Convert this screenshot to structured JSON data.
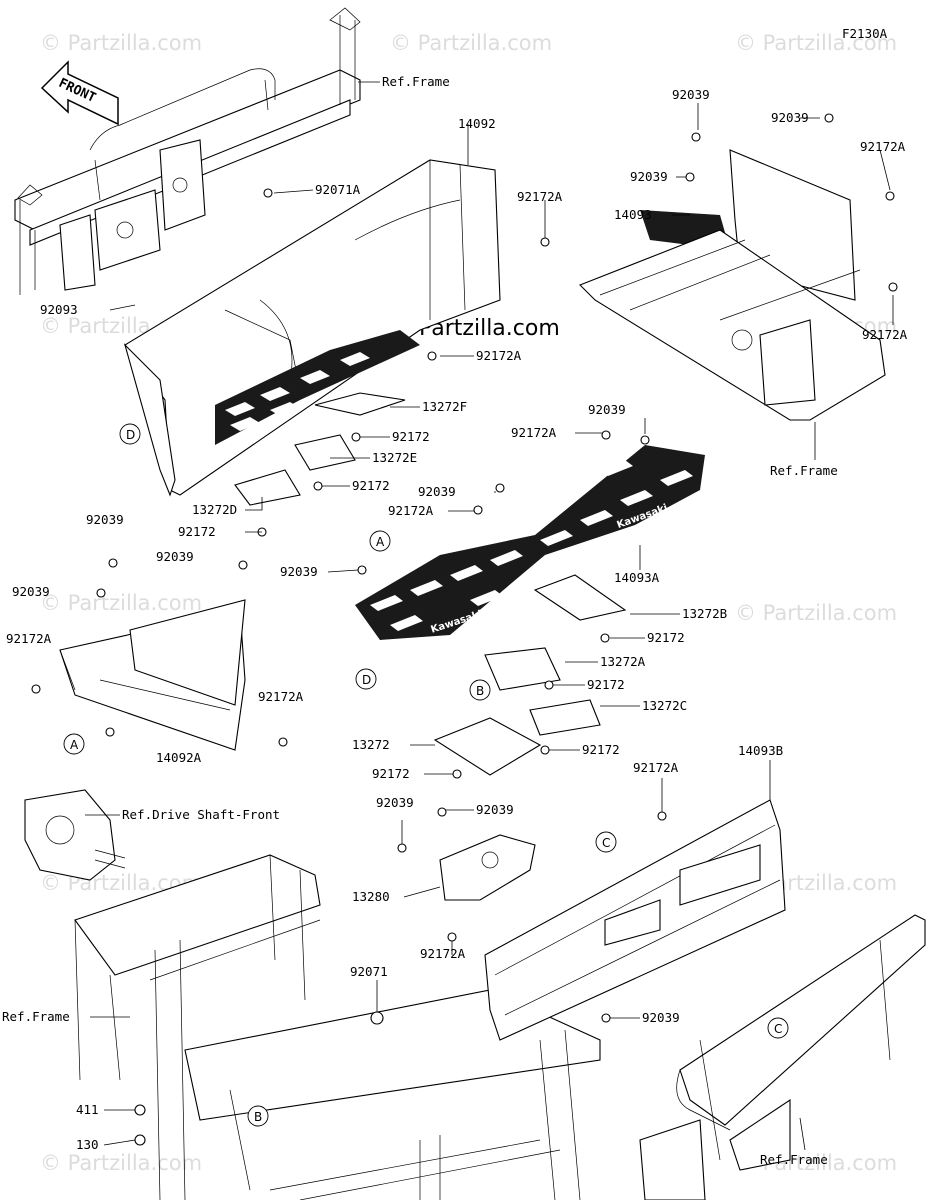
{
  "diagram_id": "F2130A",
  "front_label": "FRONT",
  "mat_brand": "Kawasaki",
  "watermark": "© Partzilla.com",
  "labels": [
    "Ref.Frame",
    "14092",
    "92071A",
    "92172A",
    "92093",
    "92172A",
    "13272F",
    "92172",
    "13272E",
    "92172",
    "13272D",
    "92172",
    "92039",
    "92039",
    "92172A",
    "92039",
    "14093",
    "92172A",
    "Ref.Frame",
    "92039",
    "92172A",
    "92039",
    "92172A",
    "14093A",
    "92039",
    "92039",
    "92039",
    "92039",
    "92172A",
    "92172A",
    "14092A",
    "13272B",
    "92172",
    "13272A",
    "92172",
    "13272C",
    "13272",
    "92172",
    "92172",
    "Ref.Drive Shaft-Front",
    "92039",
    "92039",
    "92172A",
    "14093B",
    "13280",
    "92172A",
    "92039",
    "92071",
    "Ref.Frame",
    "411",
    "130",
    "Ref.Frame"
  ],
  "circle_refs": [
    "D",
    "A",
    "D",
    "B",
    "A",
    "C",
    "C",
    "B"
  ],
  "colors": {
    "line": "#000000",
    "watermark": "#dcdcdc",
    "background": "#ffffff"
  }
}
